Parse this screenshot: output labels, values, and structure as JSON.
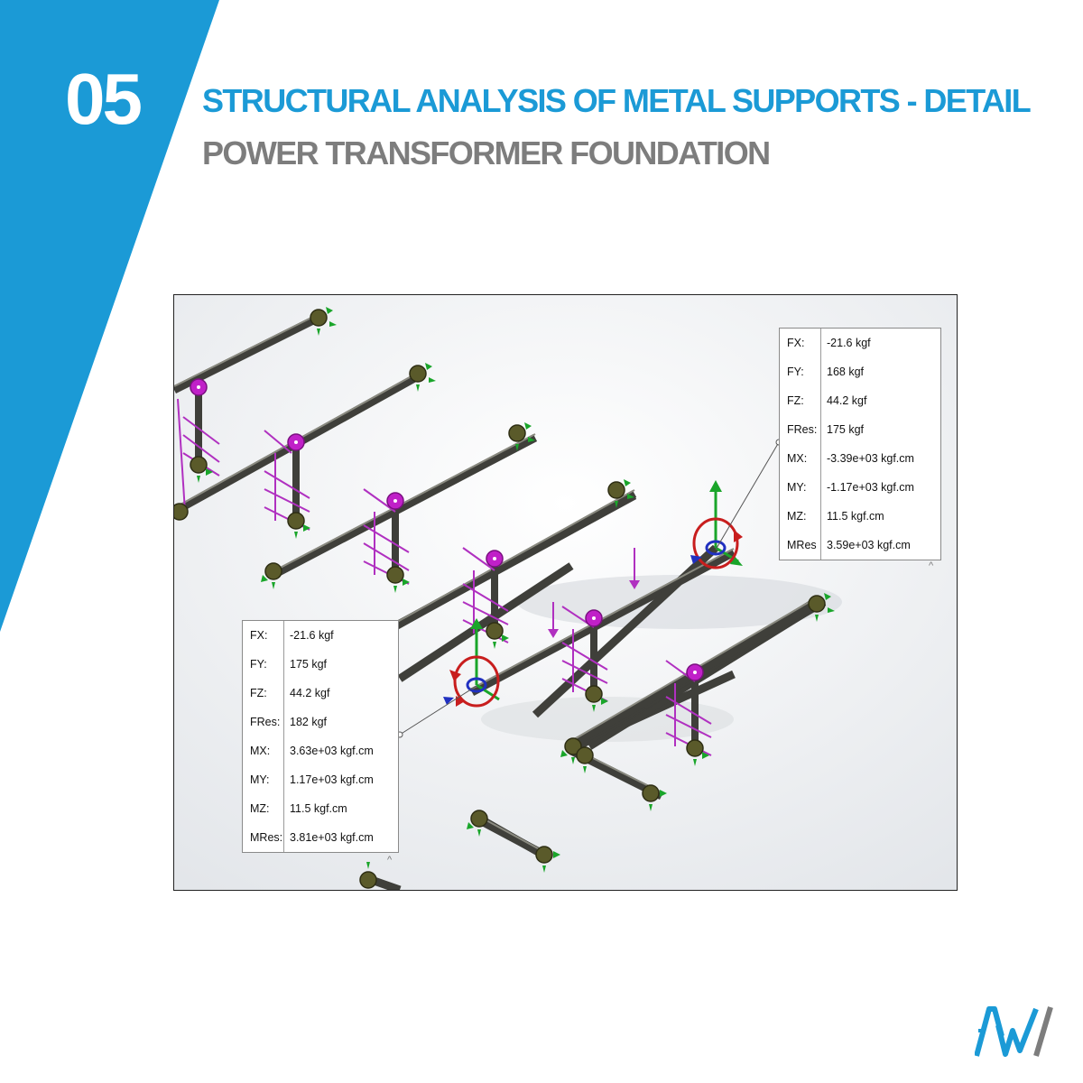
{
  "header": {
    "number": "05",
    "title": "STRUCTURAL ANALYSIS OF METAL SUPPORTS - DETAIL",
    "subtitle": "POWER TRANSFORMER FOUNDATION"
  },
  "colors": {
    "accent_blue": "#1b9ad6",
    "subtitle_gray": "#7d7d7d",
    "beam": "#4a4a44",
    "joint_magenta": "#c020c8",
    "fixture_green": "#1aa52a",
    "load_arrow_magenta": "#b030c0",
    "moment_red": "#c81e1e"
  },
  "results_right": {
    "rows": [
      {
        "key": "FX:",
        "value": "-21.6 kgf"
      },
      {
        "key": "FY:",
        "value": "168 kgf"
      },
      {
        "key": "FZ:",
        "value": "44.2 kgf"
      },
      {
        "key": "FRes:",
        "value": "175 kgf"
      },
      {
        "key": "MX:",
        "value": "-3.39e+03 kgf.cm"
      },
      {
        "key": "MY:",
        "value": "-1.17e+03 kgf.cm"
      },
      {
        "key": "MZ:",
        "value": "11.5 kgf.cm"
      },
      {
        "key": "MRes",
        "value": "3.59e+03 kgf.cm"
      }
    ]
  },
  "results_left": {
    "rows": [
      {
        "key": "FX:",
        "value": "-21.6 kgf"
      },
      {
        "key": "FY:",
        "value": "175 kgf"
      },
      {
        "key": "FZ:",
        "value": "44.2 kgf"
      },
      {
        "key": "FRes:",
        "value": "182 kgf"
      },
      {
        "key": "MX:",
        "value": "3.63e+03 kgf.cm"
      },
      {
        "key": "MY:",
        "value": "1.17e+03 kgf.cm"
      },
      {
        "key": "MZ:",
        "value": "11.5 kgf.cm"
      },
      {
        "key": "MRes:",
        "value": "3.81e+03 kgf.cm"
      }
    ]
  },
  "icons": {
    "collapse": "chevron-up-icon",
    "logo": "company-logo-icon"
  }
}
